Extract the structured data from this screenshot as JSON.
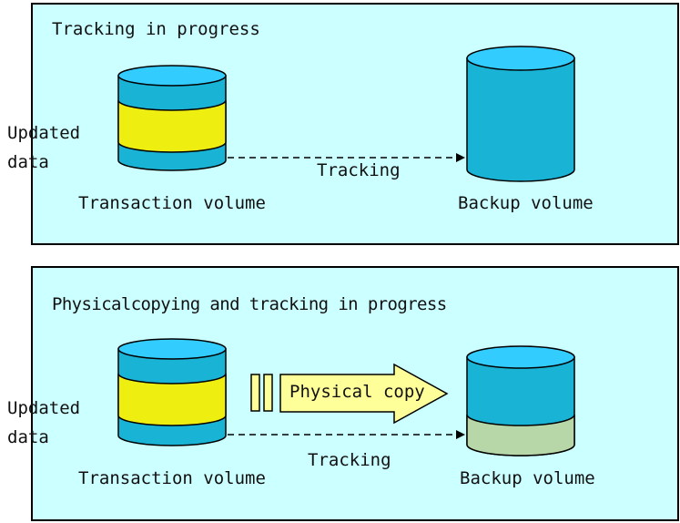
{
  "panels": [
    {
      "title": "Tracking in progress",
      "updated_data_label": "Updated\ndata",
      "source_label": "Transaction volume",
      "target_label": "Backup volume",
      "tracking_label": "Tracking"
    },
    {
      "title": "Physicalcopying and tracking in progress",
      "updated_data_label": "Updated\ndata",
      "source_label": "Transaction volume",
      "target_label": "Backup volume",
      "tracking_label": "Tracking",
      "copy_label": "Physical copy"
    }
  ],
  "colors": {
    "panel_bg": "#ccffff",
    "cylinder_blue": "#19b3d6",
    "cylinder_top": "#33ccff",
    "updated_yellow": "#eeee11",
    "copied_green": "#b7d7a8",
    "arrow_fill": "#ffff99"
  }
}
